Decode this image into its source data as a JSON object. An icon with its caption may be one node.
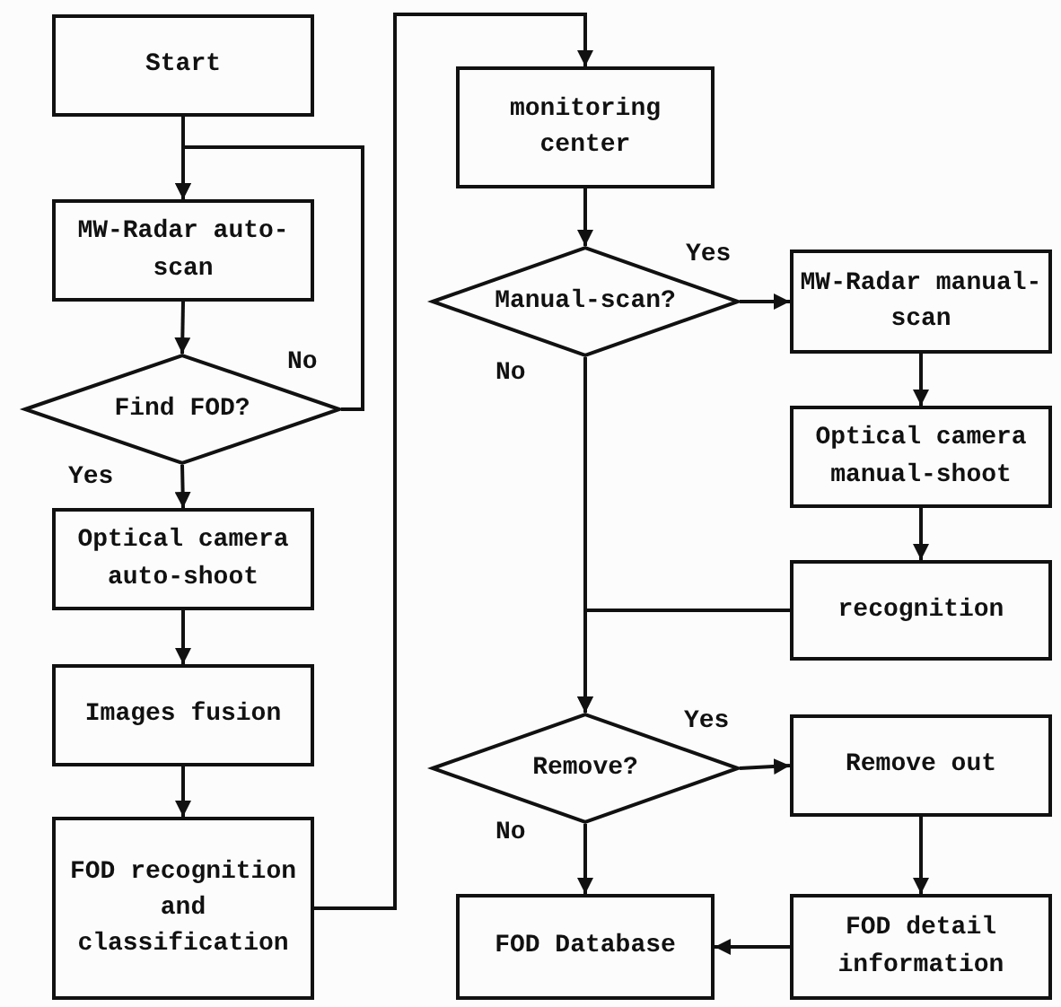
{
  "diagram": {
    "nodes": [
      {
        "text": [
          "Start"
        ]
      },
      {
        "text": [
          "MW-Radar auto-scan"
        ]
      },
      {
        "text": [
          "Find FOD?"
        ]
      },
      {
        "text": [
          "Optical camera auto-shoot"
        ]
      },
      {
        "text": [
          "Images fusion"
        ]
      },
      {
        "text": [
          "FOD recognition and classification"
        ]
      },
      {
        "text": [
          "monitoring center"
        ]
      },
      {
        "text": [
          "Manual-scan?"
        ]
      },
      {
        "text": [
          "MW-Radar manual-scan"
        ]
      },
      {
        "text": [
          "Optical camera manual-shoot"
        ]
      },
      {
        "text": [
          "recognition"
        ]
      },
      {
        "text": [
          "Remove?"
        ]
      },
      {
        "text": [
          "Remove out"
        ]
      },
      {
        "text": [
          "FOD Database"
        ]
      },
      {
        "text": [
          "FOD detail information"
        ]
      }
    ],
    "edges": [
      {
        "from": 0,
        "to": 1,
        "arrow": "to"
      },
      {
        "from": 1,
        "to": 2,
        "arrow": "to"
      },
      {
        "from": 2,
        "to": 1,
        "arrow": "to",
        "label": "No"
      },
      {
        "from": 2,
        "to": 3,
        "arrow": "to",
        "label": "Yes"
      },
      {
        "from": 3,
        "to": 4,
        "arrow": "to"
      },
      {
        "from": 4,
        "to": 5,
        "arrow": "to"
      },
      {
        "from": 5,
        "to": 6,
        "arrow": "to"
      },
      {
        "from": 6,
        "to": 7,
        "arrow": "to"
      },
      {
        "from": 7,
        "to": 8,
        "arrow": "to",
        "label": "Yes"
      },
      {
        "from": 8,
        "to": 9,
        "arrow": "to"
      },
      {
        "from": 9,
        "to": 10,
        "arrow": "to"
      },
      {
        "from": 7,
        "to": 11,
        "arrow": "to",
        "label": "No"
      },
      {
        "from": 10,
        "to": 11,
        "arrow": "to"
      },
      {
        "from": 11,
        "to": 12,
        "arrow": "to",
        "label": "Yes"
      },
      {
        "from": 11,
        "to": 13,
        "arrow": "to",
        "label": "No"
      },
      {
        "from": 12,
        "to": 14,
        "arrow": "to"
      },
      {
        "from": 14,
        "to": 13,
        "arrow": "to"
      }
    ]
  }
}
